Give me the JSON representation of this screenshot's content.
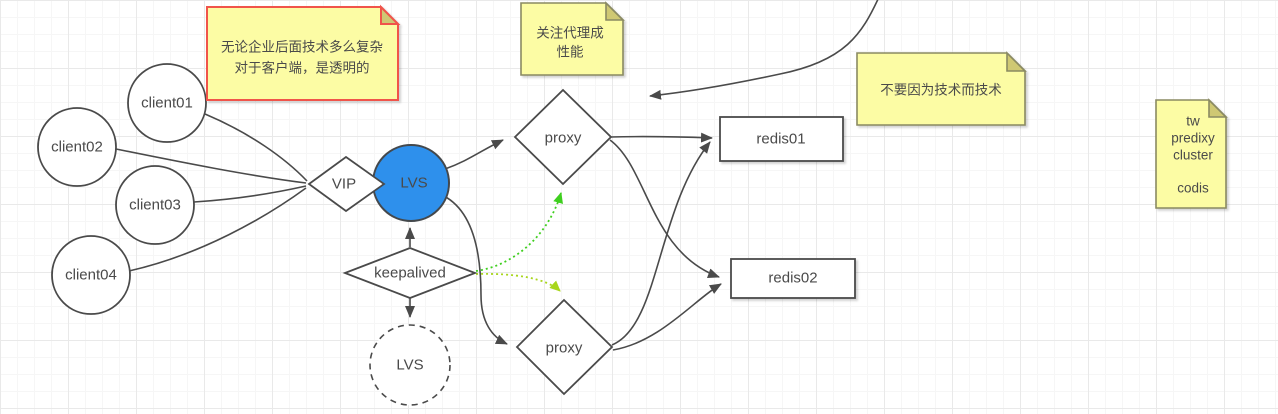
{
  "diagram": {
    "clients": [
      {
        "label": "client01"
      },
      {
        "label": "client02"
      },
      {
        "label": "client03"
      },
      {
        "label": "client04"
      }
    ],
    "vip": {
      "label": "VIP"
    },
    "lvs_active": {
      "label": "LVS"
    },
    "keepalived": {
      "label": "keepalived"
    },
    "lvs_backup": {
      "label": "LVS"
    },
    "proxy_top": {
      "label": "proxy"
    },
    "proxy_bottom": {
      "label": "proxy"
    },
    "redis01": {
      "label": "redis01"
    },
    "redis02": {
      "label": "redis02"
    },
    "notes": {
      "transparency": {
        "line1": "无论企业后面技术多么复杂",
        "line2": "对于客户端，是透明的"
      },
      "proxy_perf": {
        "line1": "关注代理成",
        "line2": "性能"
      },
      "tech": {
        "line1": "不要因为技术而技术"
      },
      "alternatives": {
        "line1": "tw",
        "line2": "predixy",
        "line3": "cluster",
        "line4": "codis"
      }
    },
    "colors": {
      "node_blue": "#2e90ec",
      "note_yellow": "#fcfca4",
      "note_fold": "#cfc873",
      "note_border": "#8a8a62",
      "note_border_red": "#f0544a",
      "line_dark": "#4a4a4a",
      "arrow_green": "#3fcf1f",
      "arrow_yellow_green": "#a8d61c"
    }
  }
}
